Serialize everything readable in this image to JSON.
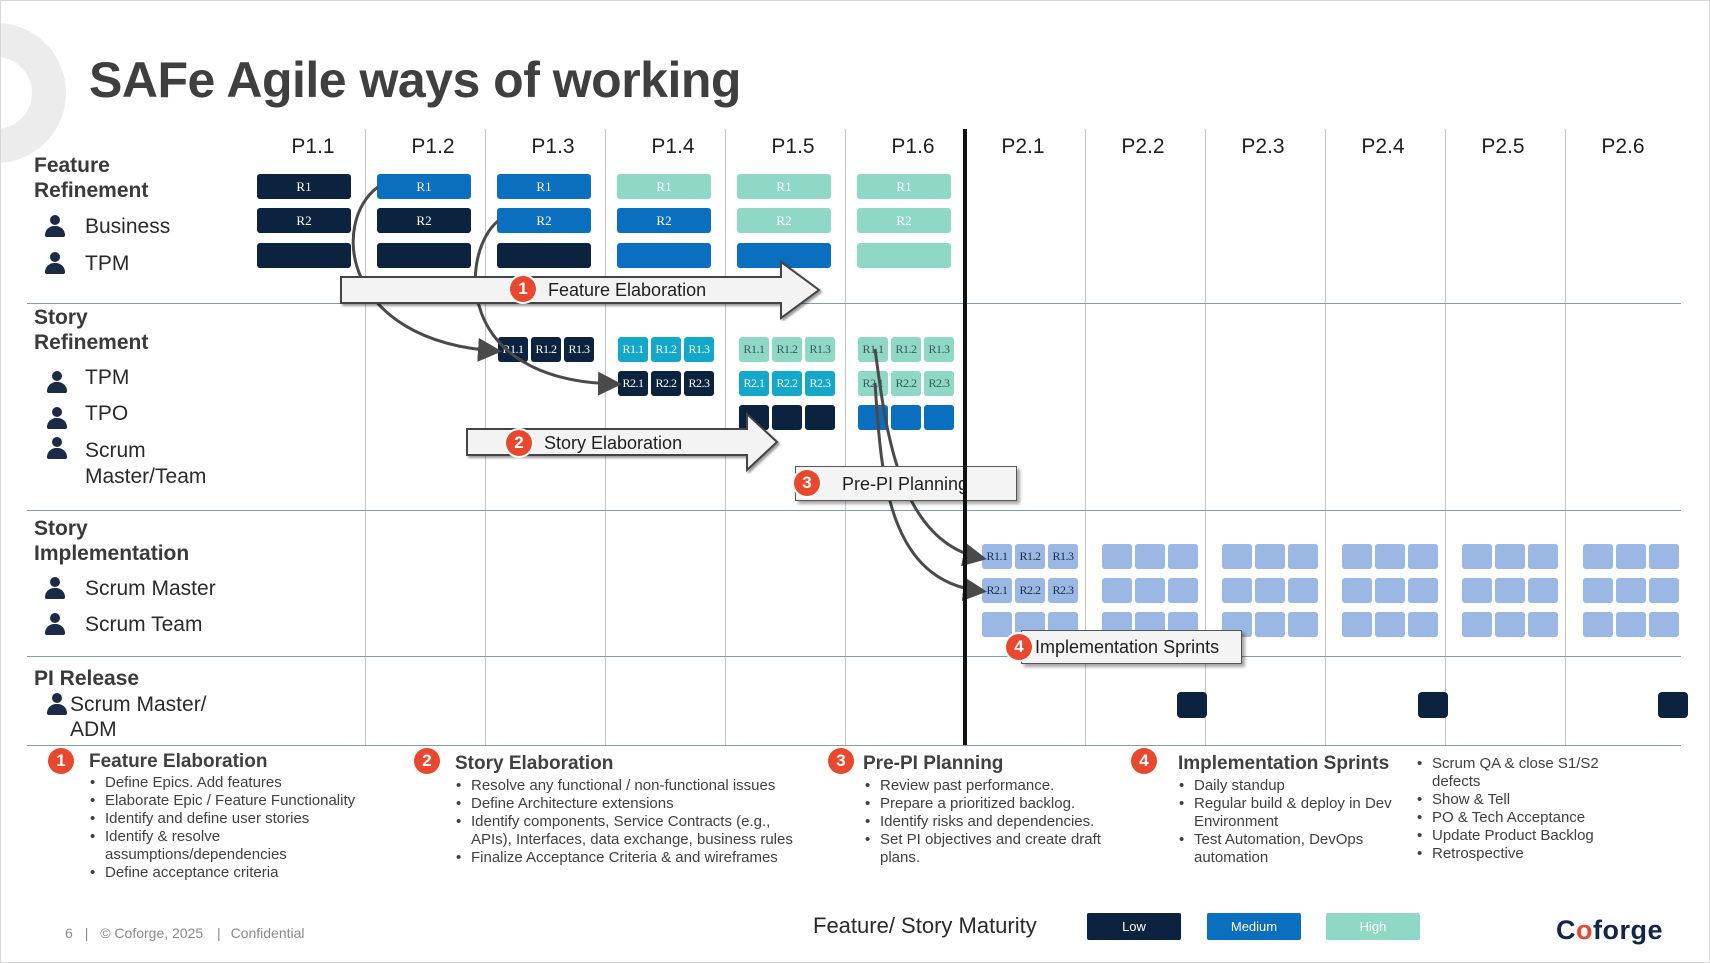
{
  "title": "SAFe Agile ways of working",
  "phases": [
    "P1.1",
    "P1.2",
    "P1.3",
    "P1.4",
    "P1.5",
    "P1.6",
    "P2.1",
    "P2.2",
    "P2.3",
    "P2.4",
    "P2.5",
    "P2.6"
  ],
  "sections": {
    "feature_refinement": {
      "label": "Feature\nRefinement",
      "roles": [
        "Business",
        "TPM"
      ]
    },
    "story_refinement": {
      "label": "Story\nRefinement",
      "roles": [
        "TPM",
        "TPO",
        "Scrum\nMaster/Team"
      ]
    },
    "story_implementation": {
      "label": "Story\nImplementation",
      "roles": [
        "Scrum Master",
        "Scrum Team"
      ]
    },
    "pi_release": {
      "label": "PI Release",
      "roles": [
        "Scrum Master/\nADM"
      ]
    }
  },
  "release_labels": {
    "r1": "R1",
    "r2": "R2"
  },
  "story_labels": {
    "r1": [
      "R1.1",
      "R1.2",
      "R1.3"
    ],
    "r2": [
      "R2.1",
      "R2.2",
      "R2.3"
    ]
  },
  "callouts": [
    {
      "number": "1",
      "label": "Feature Elaboration"
    },
    {
      "number": "2",
      "label": "Story Elaboration"
    },
    {
      "number": "3",
      "label": "Pre-PI Planning"
    },
    {
      "number": "4",
      "label": "Implementation Sprints"
    }
  ],
  "descriptions": [
    {
      "number": "1",
      "heading": "Feature Elaboration",
      "items": [
        "Define Epics. Add features",
        "Elaborate Epic / Feature Functionality",
        "Identify and define user stories",
        "Identify & resolve assumptions/dependencies",
        "Define acceptance criteria"
      ]
    },
    {
      "number": "2",
      "heading": "Story Elaboration",
      "items": [
        "Resolve any functional / non-functional issues",
        "Define Architecture extensions",
        "Identify components, Service Contracts (e.g., APIs), Interfaces, data exchange, business rules",
        "Finalize Acceptance Criteria & and wireframes"
      ]
    },
    {
      "number": "3",
      "heading": "Pre-PI Planning",
      "items": [
        "Review past performance.",
        "Prepare a prioritized backlog.",
        "Identify risks and dependencies.",
        "Set PI objectives and create draft plans."
      ]
    },
    {
      "number": "4",
      "heading": "Implementation Sprints",
      "items": [
        "Daily standup",
        "Regular build & deploy in Dev Environment",
        "Test Automation, DevOps automation"
      ],
      "items_col2": [
        "Scrum QA & close S1/S2 defects",
        "Show & Tell",
        "PO & Tech Acceptance",
        "Update Product Backlog",
        "Retrospective"
      ]
    }
  ],
  "footer": {
    "page": "6",
    "copyright": "© Coforge, 2025",
    "classification": "Confidential"
  },
  "legend": {
    "title": "Feature/ Story Maturity",
    "low": "Low",
    "medium": "Medium",
    "high": "High"
  },
  "logo": {
    "prefix": "C",
    "mark": "o",
    "suffix": "forge"
  },
  "colors": {
    "low": "#0c2340",
    "medium": "#0a6fbf",
    "high": "#8fd8c5",
    "accent": "#e8492e",
    "sprint": "#9bb8e4"
  }
}
